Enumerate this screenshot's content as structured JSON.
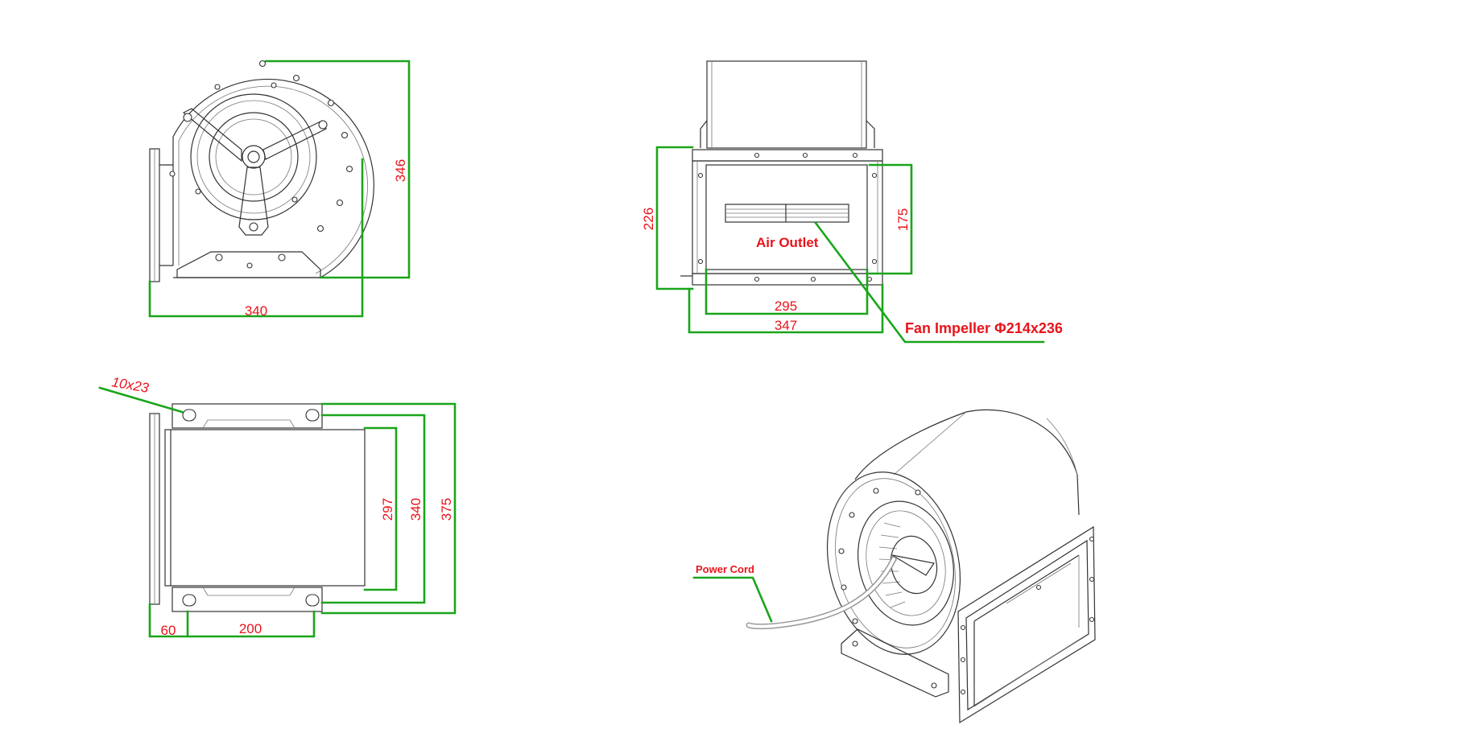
{
  "colors": {
    "dimension_line": "#1aa51a",
    "dimension_text": "#e8141b",
    "outline": "#333333"
  },
  "front_view": {
    "width": "340",
    "height": "346"
  },
  "outlet_view": {
    "height_total": "226",
    "outlet_height": "175",
    "outlet_width": "295",
    "flange_width": "347",
    "air_outlet_label": "Air Outlet",
    "impeller_label": "Fan Impeller Φ214x236"
  },
  "side_view": {
    "slot_label": "10x23",
    "housing_depth": "297",
    "bracket_inner": "340",
    "bracket_outer": "375",
    "offset": "60",
    "slot_spacing": "200"
  },
  "iso_view": {
    "power_cord_label": "Power Cord"
  }
}
